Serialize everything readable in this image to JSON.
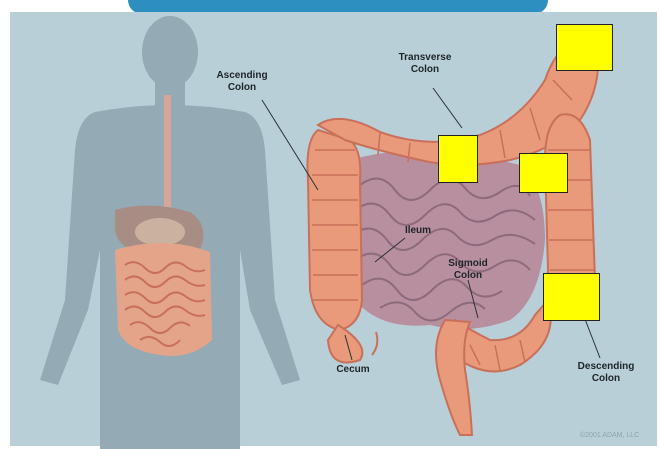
{
  "colors": {
    "background": "#b9cfd8",
    "silhouette": "#94aab4",
    "colon": "#e89a7a",
    "colon_shadow": "#c9705a",
    "small_intestine": "#b78f9f",
    "label_box": "#ffff00",
    "banner": "#2d8fc0"
  },
  "labels": {
    "ascending_colon": "Ascending\nColon",
    "transverse_colon": "Transverse\nColon",
    "ileum": "Ileum",
    "sigmoid_colon": "Sigmoid\nColon",
    "cecum": "Cecum",
    "descending_colon": "Descending\nColon"
  },
  "credit": "©2001 ADAM, LLC",
  "blank_boxes": [
    "upper-right",
    "transverse-left",
    "transverse-right",
    "descending"
  ]
}
